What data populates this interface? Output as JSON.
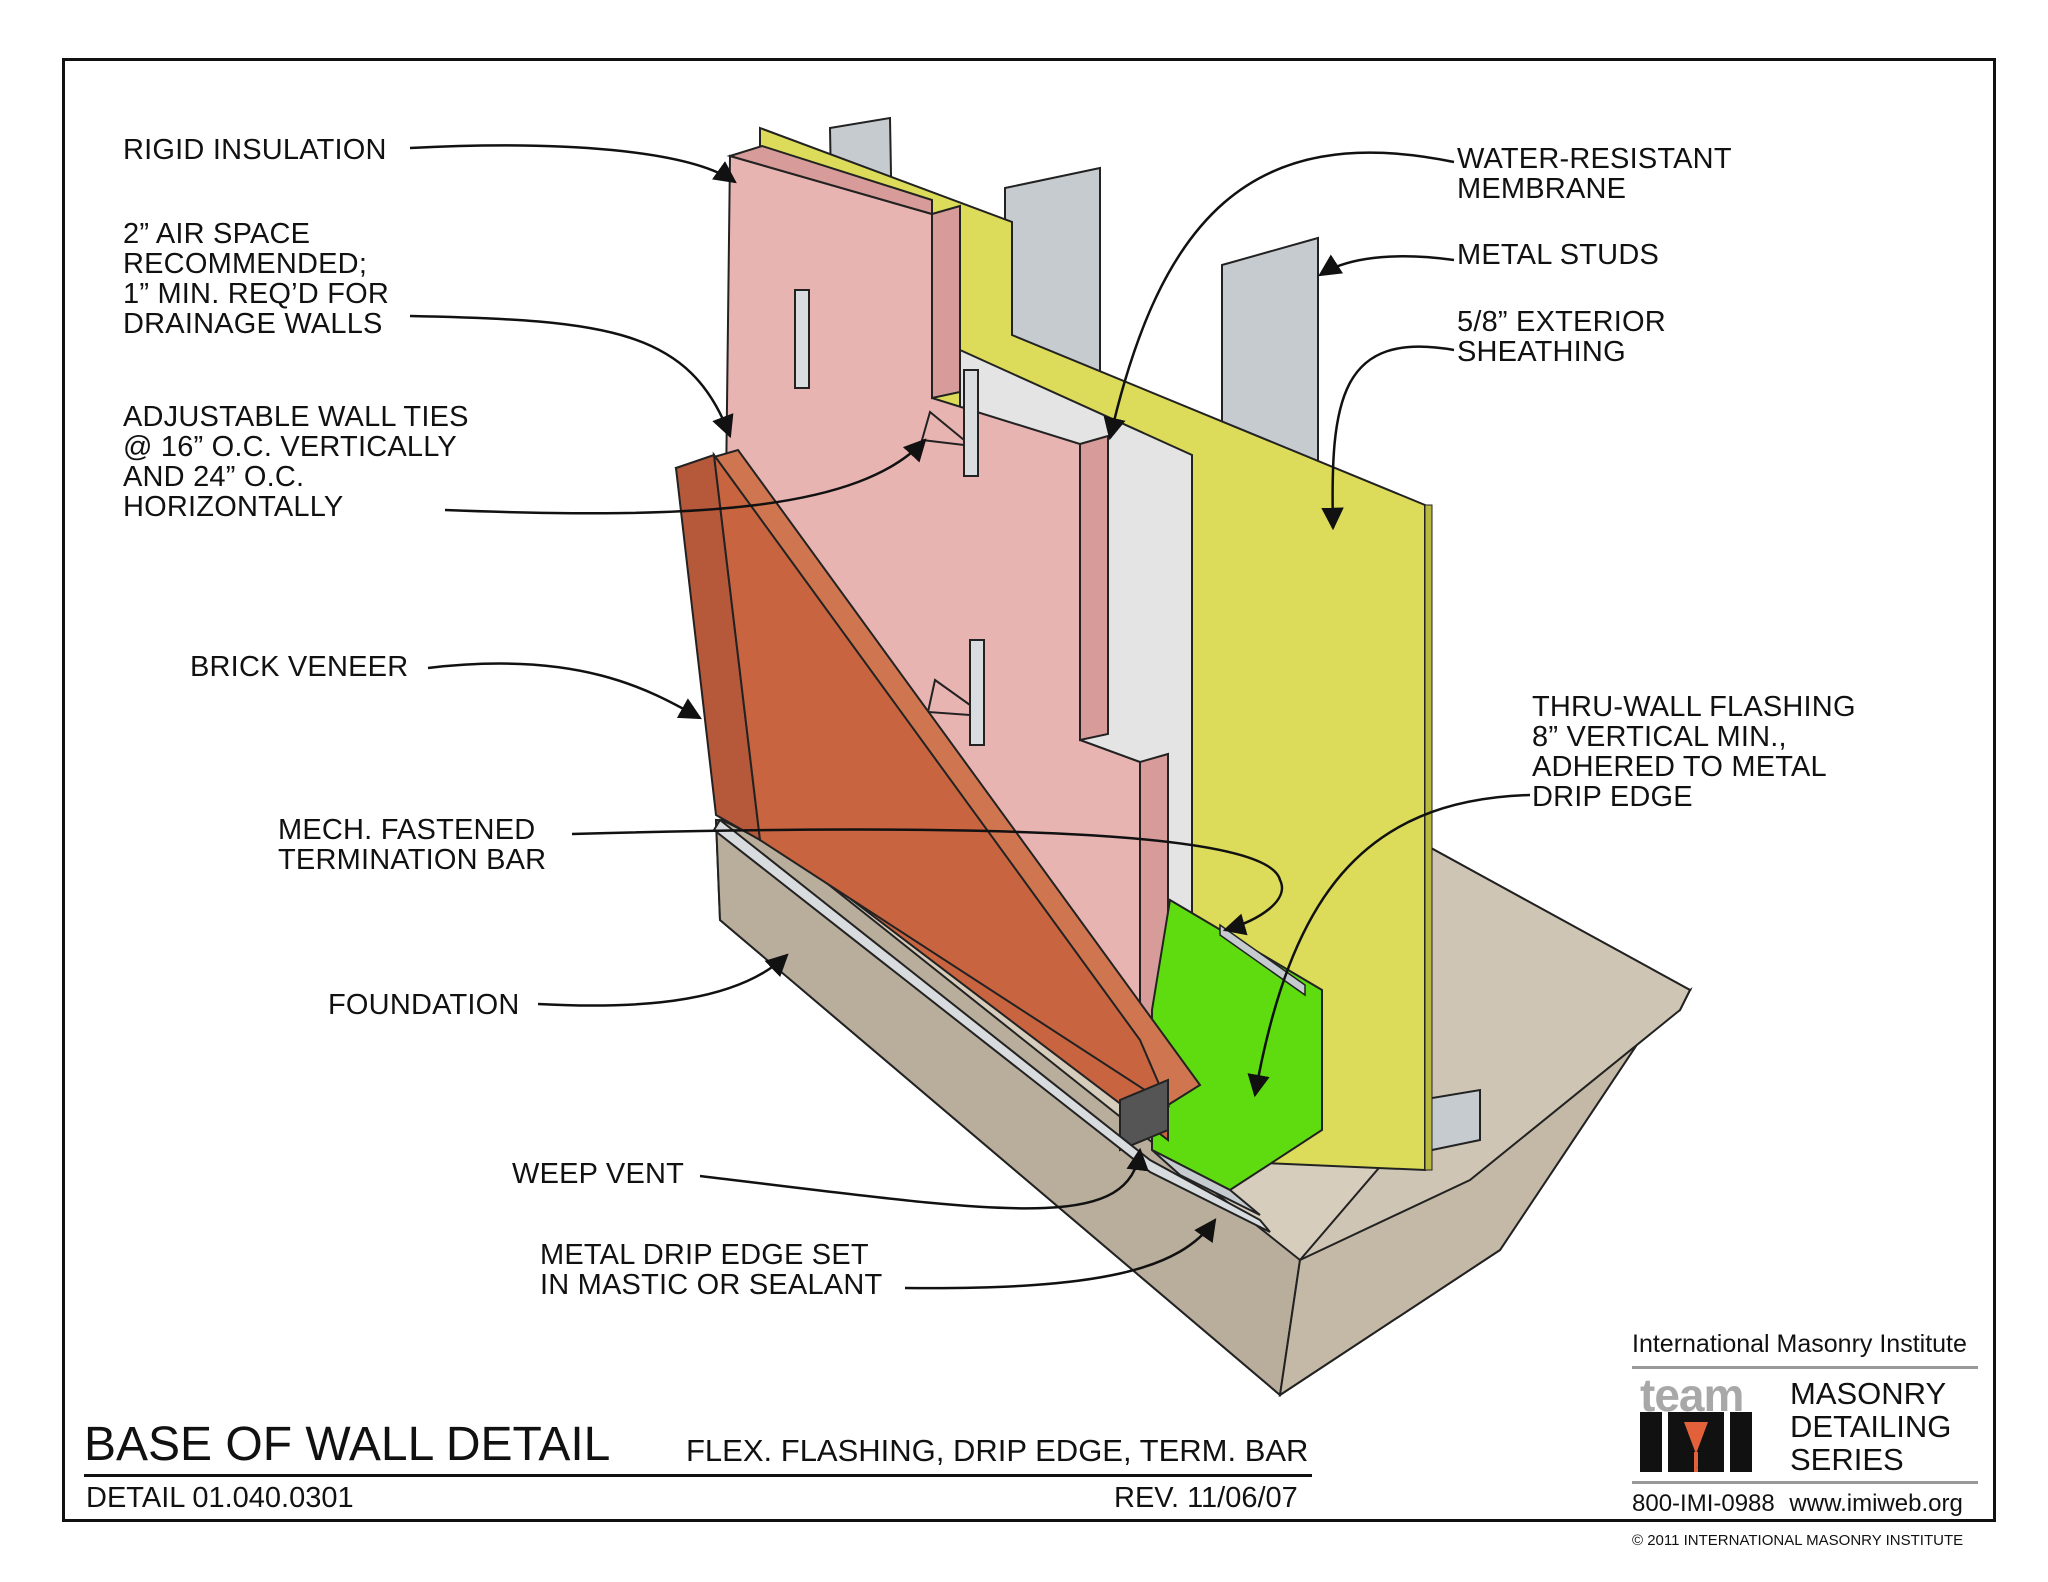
{
  "labels": {
    "rigid_insulation": "RIGID INSULATION",
    "air_space": "2” AIR SPACE\nRECOMMENDED;\n1” MIN. REQ’D FOR\nDRAINAGE WALLS",
    "wall_ties": "ADJUSTABLE WALL TIES\n@ 16” O.C. VERTICALLY\nAND 24” O.C.\nHORIZONTALLY",
    "brick_veneer": "BRICK VENEER",
    "termination_bar": "MECH. FASTENED\nTERMINATION BAR",
    "foundation": "FOUNDATION",
    "weep_vent": "WEEP VENT",
    "drip_edge": "METAL DRIP EDGE SET\nIN MASTIC OR SEALANT",
    "membrane": "WATER-RESISTANT\nMEMBRANE",
    "metal_studs": "METAL STUDS",
    "sheathing": "5/8” EXTERIOR\nSHEATHING",
    "flashing": "THRU-WALL FLASHING\n8” VERTICAL MIN.,\nADHERED TO METAL\nDRIP EDGE"
  },
  "title_block": {
    "title": "BASE OF WALL DETAIL",
    "subtitle": "FLEX. FLASHING, DRIP EDGE, TERM. BAR",
    "detail_number": "DETAIL 01.040.0301",
    "revision": "REV. 11/06/07"
  },
  "logo": {
    "institute": "International Masonry Institute",
    "brand": "team",
    "brand_mark": "IMI",
    "series": "MASONRY\nDETAILING\nSERIES",
    "phone": "800-IMI-0988",
    "website": "www.imiweb.org",
    "copyright": "© 2011 INTERNATIONAL MASONRY INSTITUTE"
  },
  "colors": {
    "insulation": "#e8b4b2",
    "sheathing": "#dcdc5a",
    "membrane": "#e4e4e4",
    "flashing": "#5fdc10",
    "brick": "#c8643f",
    "concrete": "#c9bfae",
    "steel": "#c6cbd0"
  }
}
